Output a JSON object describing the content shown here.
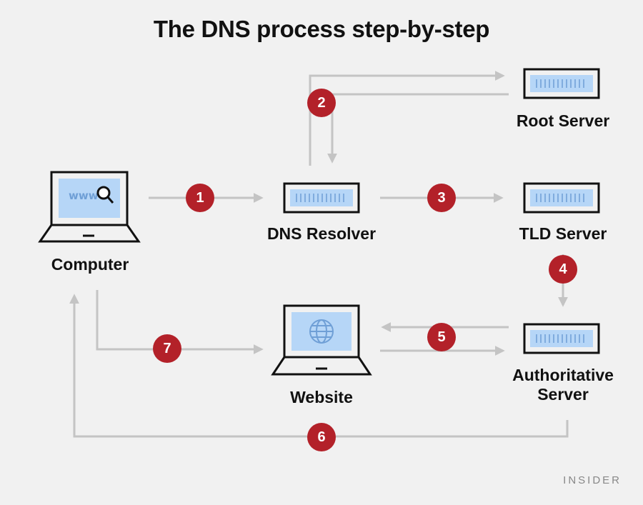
{
  "title": "The DNS process step-by-step",
  "nodes": {
    "computer": "Computer",
    "resolver": "DNS Resolver",
    "root": "Root Server",
    "tld": "TLD Server",
    "authoritative": "Authoritative\nServer",
    "website": "Website"
  },
  "computer_screen_text": "www",
  "steps": [
    "1",
    "2",
    "3",
    "4",
    "5",
    "6",
    "7"
  ],
  "brand": "INSIDER",
  "colors": {
    "background": "#f1f1f1",
    "badge": "#b32129",
    "arrow": "#c4c4c4",
    "screen": "#b6d6f7",
    "outline": "#111111"
  }
}
